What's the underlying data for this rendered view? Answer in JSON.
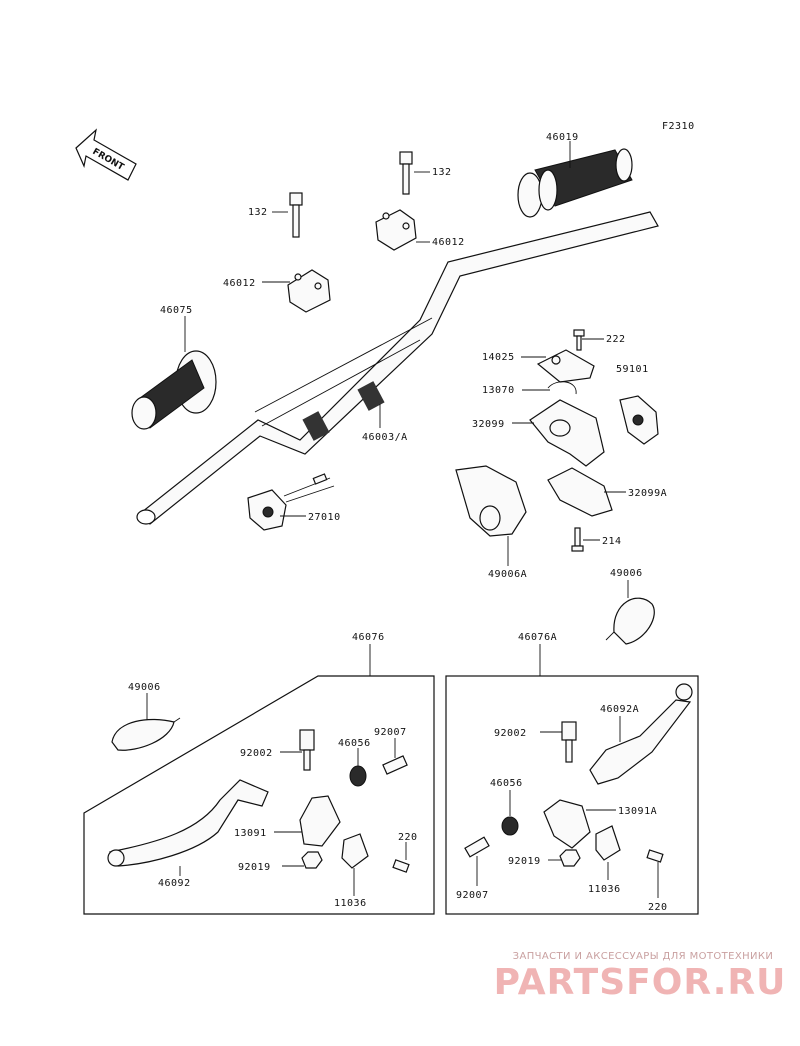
{
  "diagram": {
    "figure_code": "F2310",
    "front_label": "FRONT",
    "labels": {
      "p46019": "46019",
      "p132_a": "132",
      "p132_b": "132",
      "p46012_a": "46012",
      "p46012_b": "46012",
      "p46075": "46075",
      "p46003A": "46003/A",
      "p27010": "27010",
      "p222": "222",
      "p14025": "14025",
      "p59101": "59101",
      "p13070": "13070",
      "p32099": "32099",
      "p32099A": "32099A",
      "p214": "214",
      "p49006A": "49006A",
      "p49006_right": "49006",
      "p49006_left": "49006",
      "p46076": "46076",
      "p46076A": "46076A",
      "p92007_l": "92007",
      "p92002_l": "92002",
      "p46056_l": "46056",
      "p13091": "13091",
      "p220_l": "220",
      "p92019_l": "92019",
      "p46092": "46092",
      "p11036_l": "11036",
      "p92002_r": "92002",
      "p46092A": "46092A",
      "p46056_r": "46056",
      "p13091A": "13091A",
      "p92019_r": "92019",
      "p92007_r": "92007",
      "p11036_r": "11036",
      "p220_r": "220"
    }
  },
  "watermark": {
    "tagline": "ЗАПЧАСТИ И АКСЕССУАРЫ ДЛЯ МОТОТЕХНИКИ",
    "brand": "PARTSFOR.RU"
  }
}
